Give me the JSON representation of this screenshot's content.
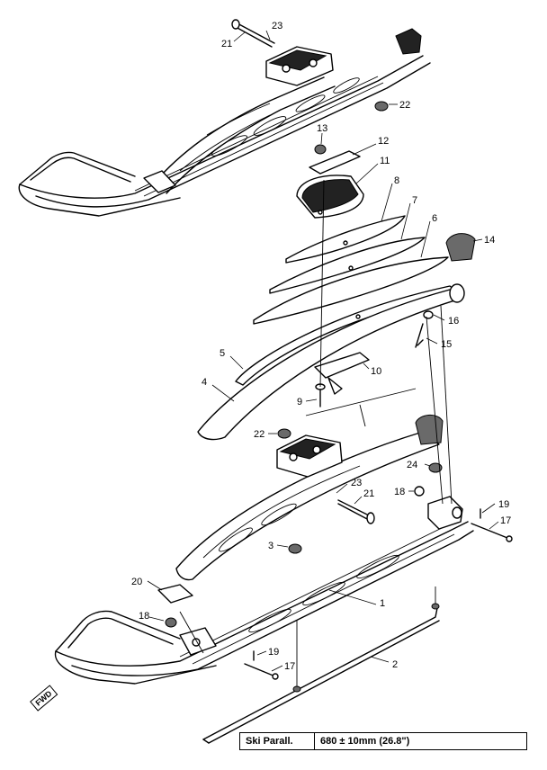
{
  "callouts": [
    {
      "id": "p23a",
      "text": "23"
    },
    {
      "id": "p21a",
      "text": "21"
    },
    {
      "id": "p22a",
      "text": "22"
    },
    {
      "id": "p13",
      "text": "13"
    },
    {
      "id": "p12",
      "text": "12"
    },
    {
      "id": "p11",
      "text": "11"
    },
    {
      "id": "p8",
      "text": "8"
    },
    {
      "id": "p7",
      "text": "7"
    },
    {
      "id": "p6",
      "text": "6"
    },
    {
      "id": "p14",
      "text": "14"
    },
    {
      "id": "p16",
      "text": "16"
    },
    {
      "id": "p15",
      "text": "15"
    },
    {
      "id": "p5",
      "text": "5"
    },
    {
      "id": "p10",
      "text": "10"
    },
    {
      "id": "p4",
      "text": "4"
    },
    {
      "id": "p9",
      "text": "9"
    },
    {
      "id": "p22b",
      "text": "22"
    },
    {
      "id": "p24",
      "text": "24"
    },
    {
      "id": "p23b",
      "text": "23"
    },
    {
      "id": "p18a",
      "text": "18"
    },
    {
      "id": "p21b",
      "text": "21"
    },
    {
      "id": "p19a",
      "text": "19"
    },
    {
      "id": "p17a",
      "text": "17"
    },
    {
      "id": "p3",
      "text": "3"
    },
    {
      "id": "p20",
      "text": "20"
    },
    {
      "id": "p1",
      "text": "1"
    },
    {
      "id": "p18b",
      "text": "18"
    },
    {
      "id": "p19b",
      "text": "19"
    },
    {
      "id": "p17b",
      "text": "17"
    },
    {
      "id": "p2",
      "text": "2"
    }
  ],
  "spec": {
    "name": "Ski Parall.",
    "value": "680 ± 10mm (26.8\")"
  },
  "direction_label": "FWD"
}
